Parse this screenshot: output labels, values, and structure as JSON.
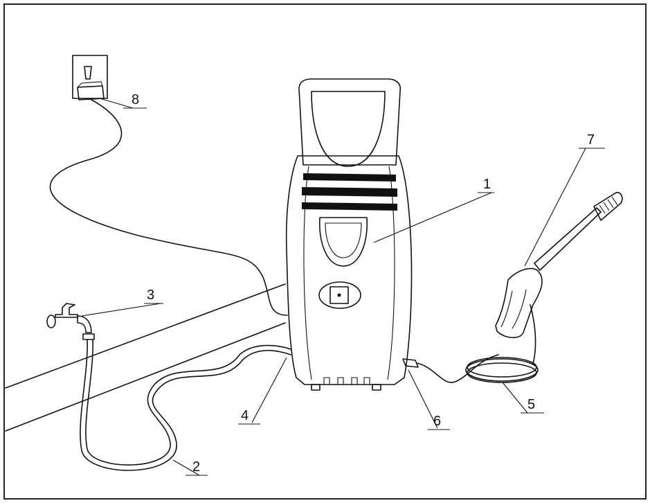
{
  "diagram": {
    "callouts": [
      {
        "id": "1",
        "label": "1"
      },
      {
        "id": "2",
        "label": "2"
      },
      {
        "id": "3",
        "label": "3"
      },
      {
        "id": "4",
        "label": "4"
      },
      {
        "id": "5",
        "label": "5"
      },
      {
        "id": "6",
        "label": "6"
      },
      {
        "id": "7",
        "label": "7"
      },
      {
        "id": "8",
        "label": "8"
      }
    ]
  },
  "colors": {
    "line": "#111111",
    "background": "#ffffff",
    "frame": "#222222"
  }
}
